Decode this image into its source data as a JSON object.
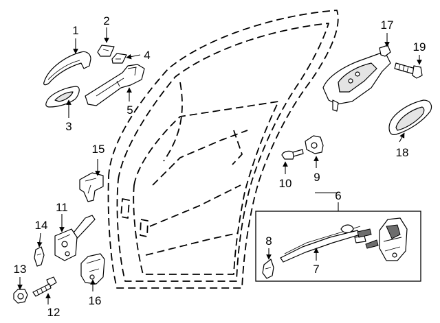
{
  "callouts": [
    {
      "id": "c1",
      "number": "1"
    },
    {
      "id": "c2",
      "number": "2"
    },
    {
      "id": "c3",
      "number": "3"
    },
    {
      "id": "c4",
      "number": "4"
    },
    {
      "id": "c5",
      "number": "5"
    },
    {
      "id": "c6",
      "number": "6"
    },
    {
      "id": "c7",
      "number": "7"
    },
    {
      "id": "c8",
      "number": "8"
    },
    {
      "id": "c9",
      "number": "9"
    },
    {
      "id": "c10",
      "number": "10"
    },
    {
      "id": "c11",
      "number": "11"
    },
    {
      "id": "c12",
      "number": "12"
    },
    {
      "id": "c13",
      "number": "13"
    },
    {
      "id": "c14",
      "number": "14"
    },
    {
      "id": "c15",
      "number": "15"
    },
    {
      "id": "c16",
      "number": "16"
    },
    {
      "id": "c17",
      "number": "17"
    },
    {
      "id": "c18",
      "number": "18"
    },
    {
      "id": "c19",
      "number": "19"
    }
  ]
}
